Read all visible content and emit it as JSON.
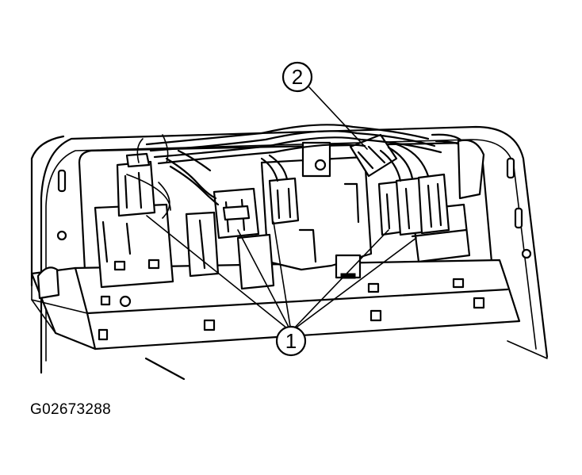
{
  "callouts": [
    {
      "id": "callout-1",
      "label": "1"
    },
    {
      "id": "callout-2",
      "label": "2"
    }
  ],
  "figure_id": "G02673288"
}
